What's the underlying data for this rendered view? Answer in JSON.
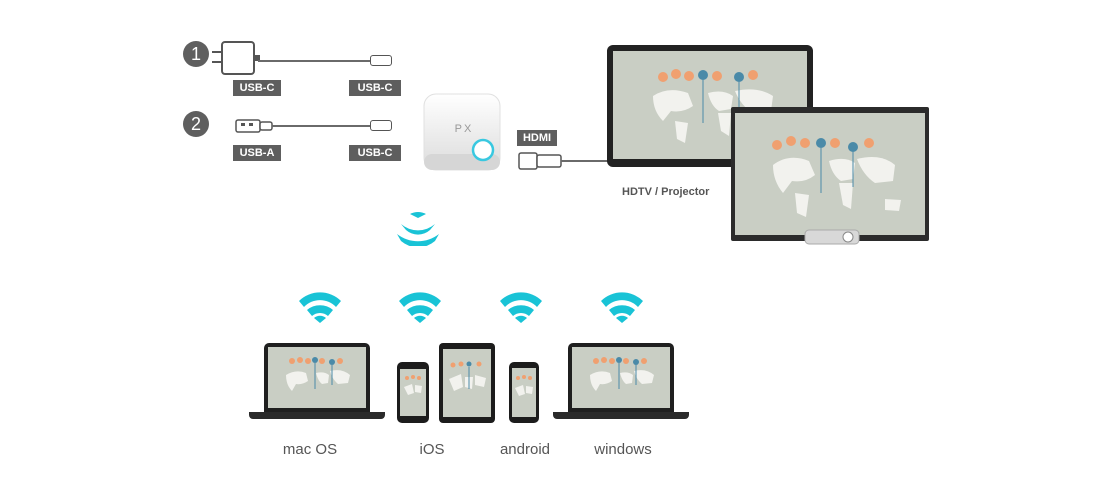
{
  "inputs": {
    "row1": {
      "step": "1",
      "left_label": "USB-C",
      "right_label": "USB-C"
    },
    "row2": {
      "step": "2",
      "left_label": "USB-A",
      "right_label": "USB-C"
    }
  },
  "device": {
    "logo": "PX"
  },
  "output": {
    "cable_label": "HDMI",
    "display_label": "HDTV / Projector"
  },
  "platforms": [
    {
      "label": "mac OS",
      "icon": "laptop-icon"
    },
    {
      "label": "iOS",
      "icon": "phone-tablet-icon"
    },
    {
      "label": "android",
      "icon": "phone-icon"
    },
    {
      "label": "windows",
      "icon": "laptop-icon"
    }
  ],
  "colors": {
    "wifi": "#19c3d6",
    "tag": "#5e5e5e",
    "screen": "#c9cec4",
    "pin_orange": "#f0a070",
    "pin_blue": "#4a8aa8"
  }
}
